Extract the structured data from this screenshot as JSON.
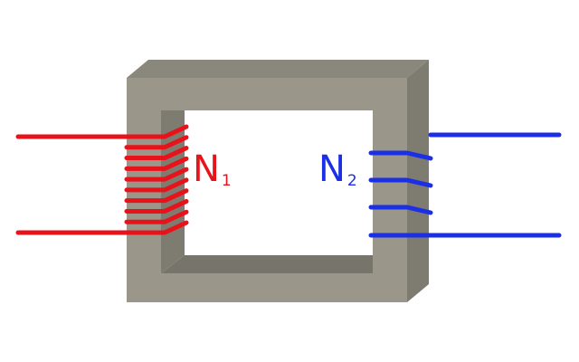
{
  "primary": {
    "label": "N",
    "subscript": "1",
    "color": "#e8121a"
  },
  "secondary": {
    "label": "N",
    "subscript": "2",
    "color": "#1a2fe6"
  },
  "core": {
    "face_color": "#9a968a",
    "side_color": "#7e7b71",
    "top_color": "#8a877c",
    "inner_shadow": "#77746b"
  },
  "primary_turns": 10,
  "secondary_turns": 3
}
